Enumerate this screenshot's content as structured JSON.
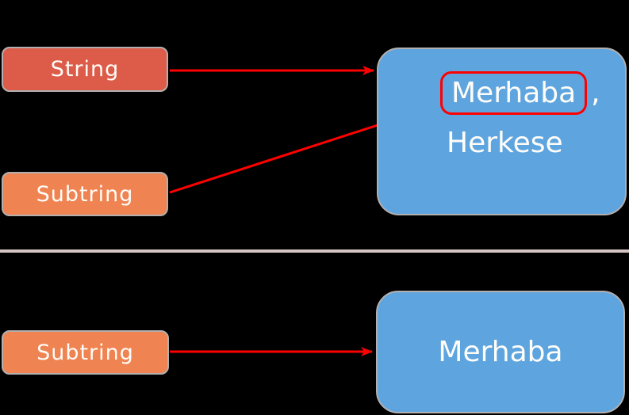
{
  "colors": {
    "background": "#000000",
    "string_box_fill": "#dc5b49",
    "substring_box_fill": "#ef8352",
    "result_box_fill": "#5ea5e0",
    "box_border": "#b3afaf",
    "divider": "#d5c6c4",
    "arrow": "#ff0000",
    "highlight_outline": "#ff0000",
    "text": "#fffdf8"
  },
  "top_section": {
    "string_box": {
      "label": "String"
    },
    "substring_box": {
      "label": "Subtring"
    },
    "result_box": {
      "highlighted_word": "Merhaba",
      "separator": ",",
      "second_line": "Herkese"
    }
  },
  "bottom_section": {
    "substring_box": {
      "label": "Subtring"
    },
    "result_box": {
      "label": "Merhaba"
    }
  }
}
